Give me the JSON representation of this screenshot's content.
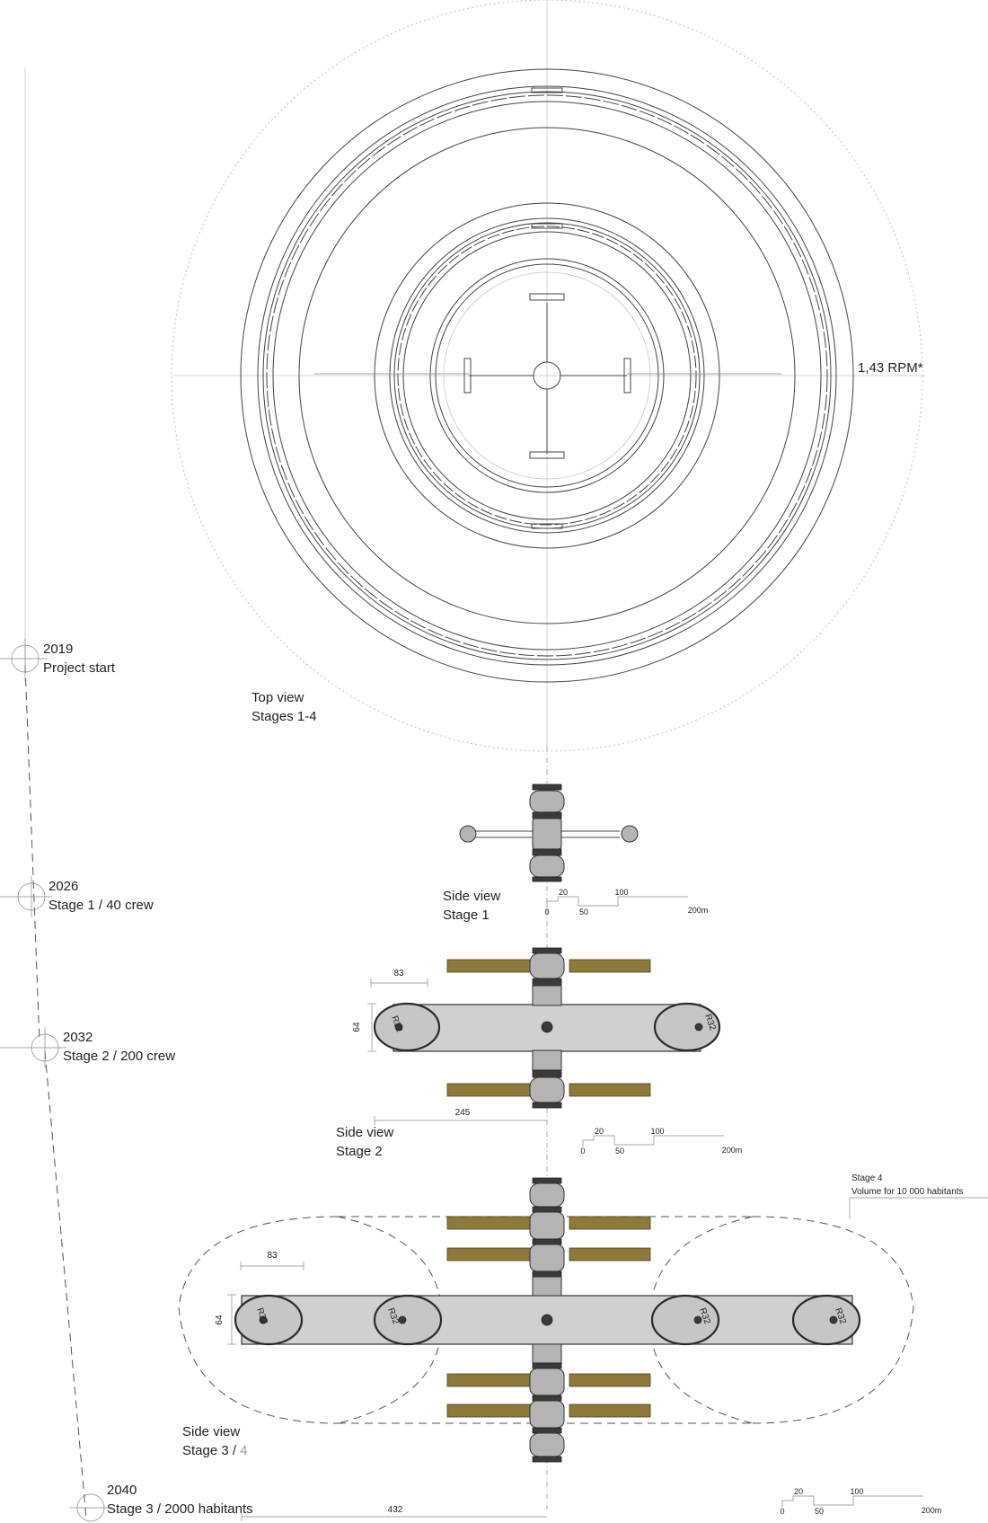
{
  "top_view": {
    "rpm_label": "1,43 RPM*",
    "title": "Top view",
    "subtitle": "Stages 1-4"
  },
  "timeline": [
    {
      "year": "2019",
      "text": "Project start"
    },
    {
      "year": "2026",
      "text": "Stage 1 / 40 crew"
    },
    {
      "year": "2032",
      "text": "Stage 2 / 200 crew"
    },
    {
      "year": "2040",
      "text": "Stage 3 / 2000 habitants"
    }
  ],
  "stage1": {
    "title": "Side view",
    "subtitle": "Stage 1"
  },
  "stage2": {
    "title": "Side view",
    "subtitle": "Stage 2",
    "dim_top": "83",
    "dim_height": "64",
    "dim_length": "245",
    "radius_left": "R32",
    "radius_right": "R32"
  },
  "stage3": {
    "title": "Side view",
    "subtitle_a": "Stage 3 / ",
    "subtitle_b": "4",
    "dim_top": "83",
    "dim_height": "64",
    "dim_length": "432",
    "radii": [
      "R32",
      "R32",
      "R32",
      "R32"
    ]
  },
  "stage4_note": {
    "line1": "Stage 4",
    "line2": "Volume for 10 000 habitants"
  },
  "scale_bar": {
    "ticks": [
      "0",
      "20",
      "50",
      "100",
      "200m"
    ]
  },
  "colors": {
    "solar_panel": "#8b7a3c",
    "line": "#444444"
  }
}
